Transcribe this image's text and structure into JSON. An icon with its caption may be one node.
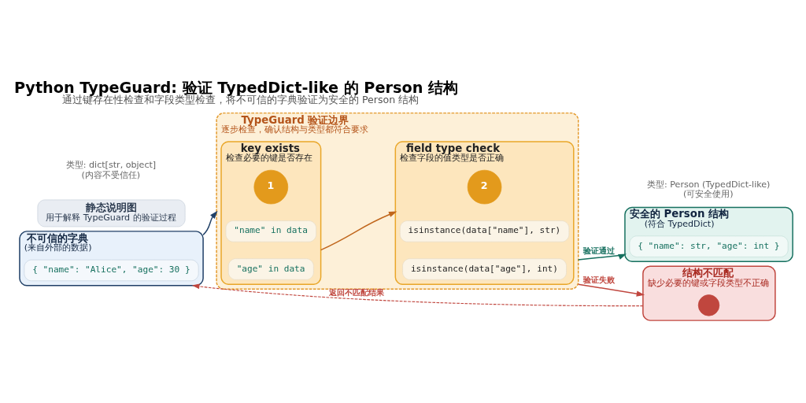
{
  "diagram": {
    "title": "Python TypeGuard: 验证 TypedDict-like 的 Person 结构",
    "caption": "通过键存在性检查和字段类型检查，将不可信的字典验证为安全的 Person 结构",
    "nodes": [
      {
        "text": [
          "不可信的字典",
          "(来自外部的数据)"
        ],
        "beside": [
          "类型: dict[str, object]",
          "(内容不受信任)"
        ]
      },
      {
        "text": [
          "{ \"name\": \"Alice\", \"age\": 30 }"
        ],
        "in": 0
      },
      {
        "text": [
          "TypeGuard 验证边界",
          "逐步检查，确认结构与类型都符合要求"
        ]
      },
      {
        "text": [
          "key exists",
          "检查必要的键是否存在"
        ],
        "in": 2
      },
      {
        "text": [
          "1"
        ],
        "in": 3
      },
      {
        "text": [
          "\"name\" in data"
        ],
        "in": 3
      },
      {
        "text": [
          "\"age\" in data"
        ],
        "in": 3
      },
      {
        "text": [
          "field type check",
          "检查字段的值类型是否正确"
        ],
        "in": 2
      },
      {
        "text": [
          "2"
        ],
        "in": 7
      },
      {
        "text": [
          "isinstance(data[\"name\"], str)"
        ],
        "in": 7
      },
      {
        "text": [
          "isinstance(data[\"age\"], int)"
        ],
        "in": 7
      },
      {
        "text": [
          "安全的 Person 结构",
          "(符合 TypedDict)"
        ],
        "beside": [
          "类型: Person (TypedDict-like)",
          "(可安全使用)"
        ]
      },
      {
        "text": [
          "{ \"name\": str, \"age\": int }"
        ],
        "in": 11
      },
      {
        "text": [
          "结构不匹配",
          "缺少必要的键或字段类型不正确"
        ]
      },
      {
        "text": [],
        "shape": "circle",
        "in": 13
      },
      {
        "text": [
          "静态说明图",
          "用于解释 TypeGuard 的验证过程"
        ]
      }
    ],
    "edges": [
      {
        "from": 0,
        "to": 2,
        "arrow": "to",
        "color": "#1f3f66"
      },
      {
        "from": 3,
        "to": 7,
        "arrow": "to",
        "color": "#c0661c"
      },
      {
        "from": 2,
        "to": 11,
        "label": "验证通过",
        "arrow": "to",
        "color": "#16705f"
      },
      {
        "from": 2,
        "to": 13,
        "label": "验证失败",
        "arrow": "to",
        "color": "#c0463e"
      },
      {
        "from": 13,
        "to": 0,
        "label": "返回不匹配结果",
        "arrow": "to",
        "style": "dashed",
        "color": "#c0463e"
      }
    ]
  }
}
